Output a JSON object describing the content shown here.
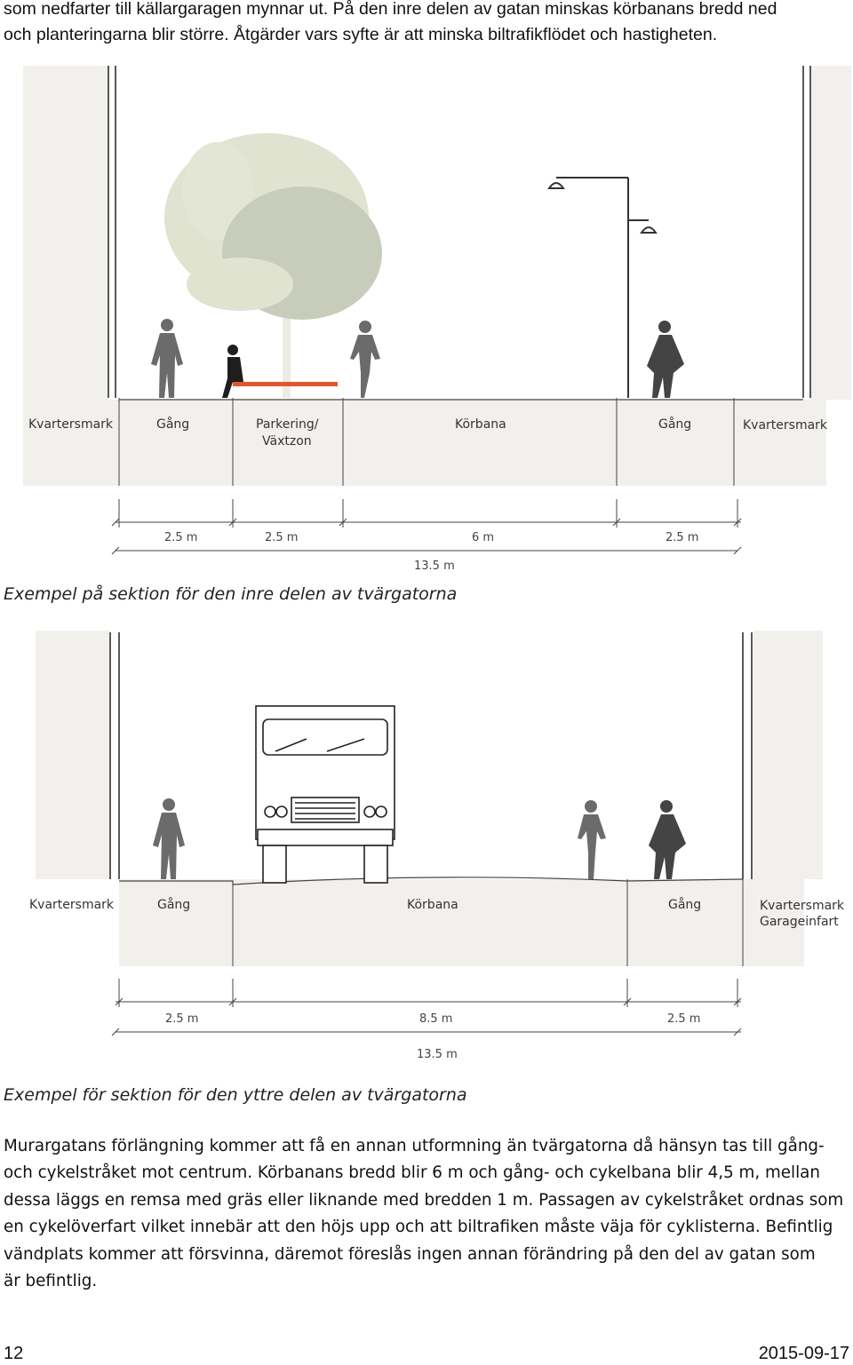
{
  "page": {
    "intro_lines": [
      "som nedfarter till källargaragen mynnar ut. På den inre delen av gatan minskas körbanans bredd ned",
      "och planteringarna blir större. Åtgärder vars syfte är att minska biltrafikflödet och hastigheten."
    ],
    "section1": {
      "labels": {
        "kvartersmark_left": "Kvartersmark",
        "gang_left": "Gång",
        "parkering_line1": "Parkering/",
        "parkering_line2": "Växtzon",
        "korbana": "Körbana",
        "gang_right": "Gång",
        "kvartersmark_right": "Kvartersmark"
      },
      "dimensions": [
        "2.5 m",
        "2.5 m",
        "6 m",
        "2.5 m"
      ],
      "total": "13.5 m",
      "caption": "Exempel på sektion för den inre delen av tvärgatorna"
    },
    "section2": {
      "labels": {
        "kvartersmark_left": "Kvartersmark",
        "gang_left": "Gång",
        "korbana": "Körbana",
        "gang_right": "Gång",
        "kvartersmark_right_line1": "Kvartersmark",
        "kvartersmark_right_line2": "Garageinfart"
      },
      "dimensions": [
        "2.5 m",
        "8.5 m",
        "2.5 m"
      ],
      "total": "13.5 m",
      "caption": "Exempel för sektion för den yttre delen av tvärgatorna"
    },
    "body_lines": [
      "Murargatans förlängning kommer att få en annan utformning än tvärgatorna då hänsyn tas till gång-",
      "och cykelstråket mot centrum. Körbanans bredd blir 6 m och gång- och cykelbana blir 4,5 m, mellan",
      "dessa läggs en remsa med gräs eller liknande med bredden 1 m. Passagen av cykelstråket ordnas som",
      "en cykelöverfart vilket innebär att den höjs upp och att biltrafiken måste väja för cyklisterna. Befintlig",
      "vändplats kommer att försvinna, däremot föreslås ingen annan förändring på den del av gatan som",
      "är befintlig."
    ],
    "footer": {
      "page_number": "12",
      "date": "2015-09-17"
    }
  }
}
